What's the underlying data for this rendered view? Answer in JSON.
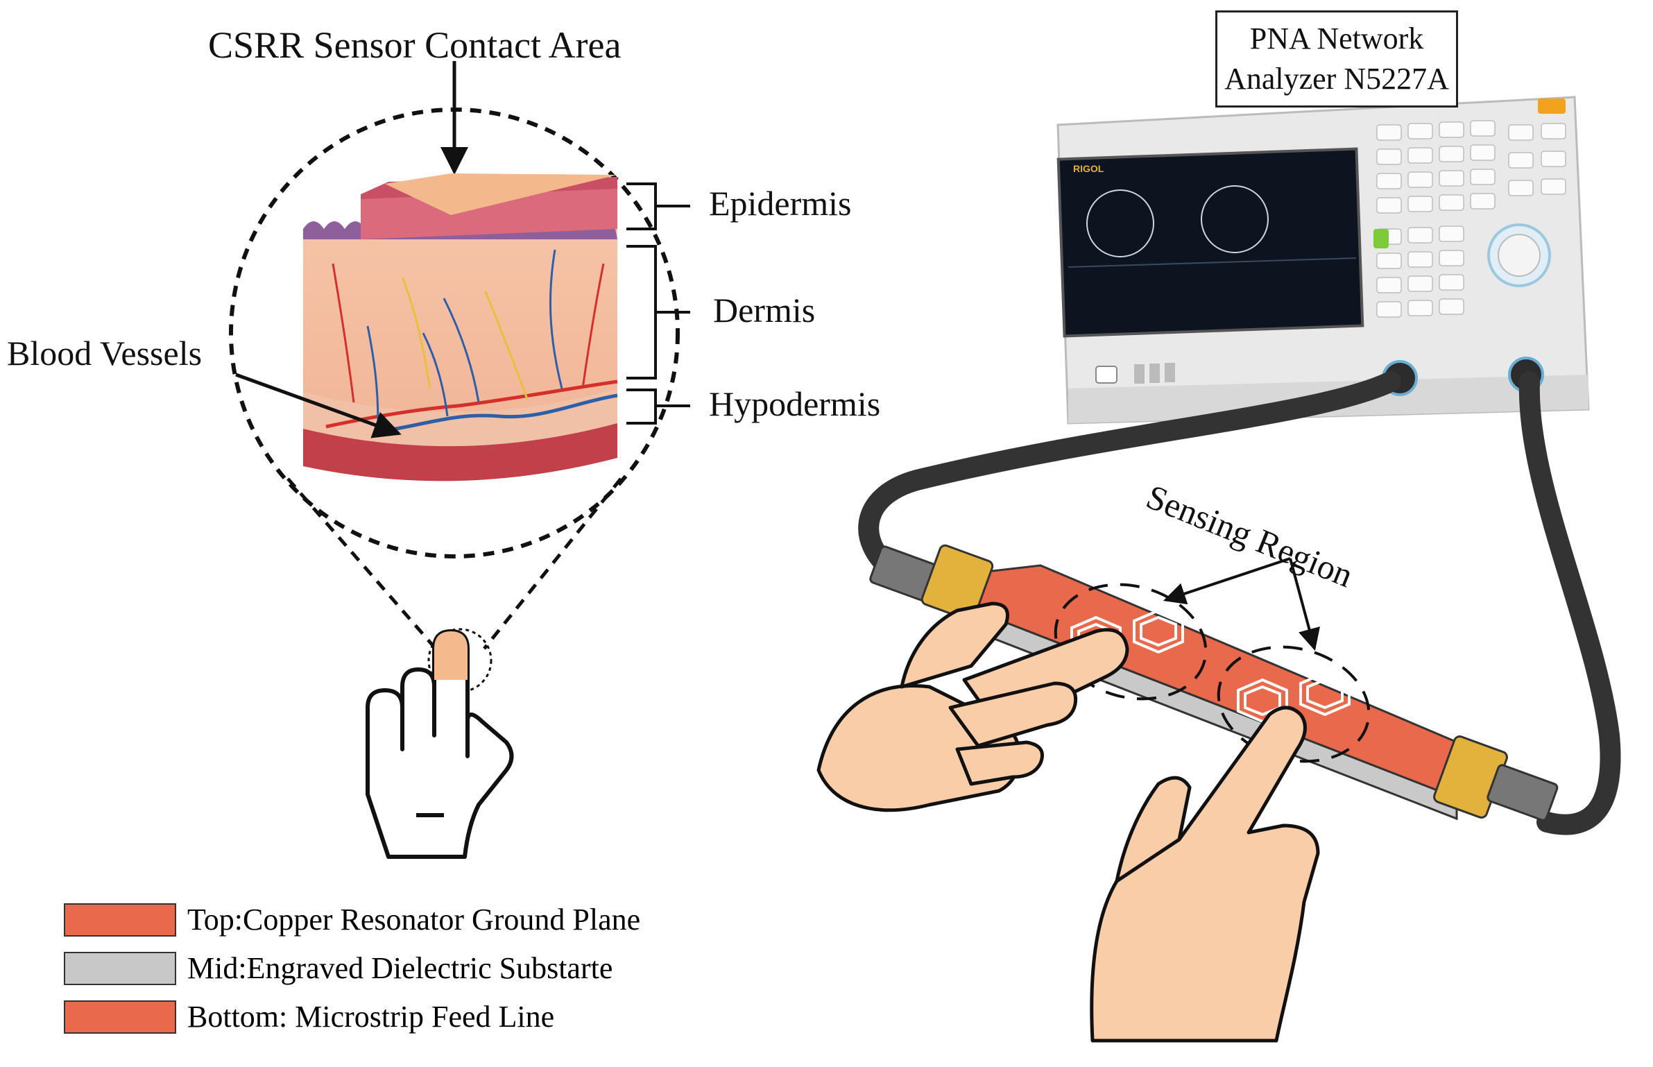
{
  "labels": {
    "csrr_contact": "CSRR Sensor Contact Area",
    "epidermis": "Epidermis",
    "dermis": "Dermis",
    "hypodermis": "Hypodermis",
    "blood_vessels": "Blood Vessels",
    "sensing_region": "Sensing Region"
  },
  "instrument": {
    "line1": "PNA Network",
    "line2": "Analyzer N5227A",
    "brand": "RIGOL"
  },
  "legend": [
    {
      "text": "Top:Copper Resonator Ground Plane",
      "color": "#e8694b"
    },
    {
      "text": "Mid:Engraved Dielectric Substarte",
      "color": "#c8c8c8"
    },
    {
      "text": "Bottom: Microstrip Feed Line",
      "color": "#e8694b"
    }
  ],
  "colors": {
    "copper": "#e8694b",
    "substrate": "#c9c9c9",
    "skin": "#f9cda8",
    "cable": "#3b3b3b",
    "connector": "#e3b23c"
  }
}
